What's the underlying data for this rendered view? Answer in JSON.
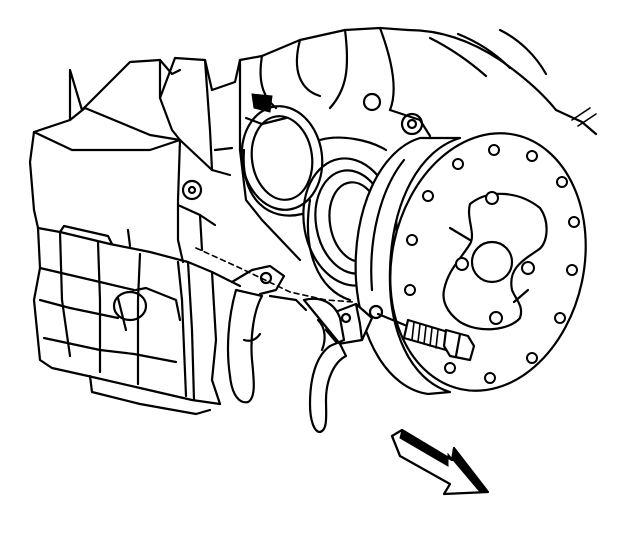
{
  "figure": {
    "background": "#ffffff",
    "line_color": "#000000",
    "parts": [
      "engine-block",
      "oil-pan",
      "timing-cover",
      "crankshaft-seal",
      "crankshaft-balancer",
      "balancer-bolt",
      "crankshaft-position-sensor",
      "sensor-wiring-harness",
      "direction-arrow"
    ],
    "callouts": []
  }
}
